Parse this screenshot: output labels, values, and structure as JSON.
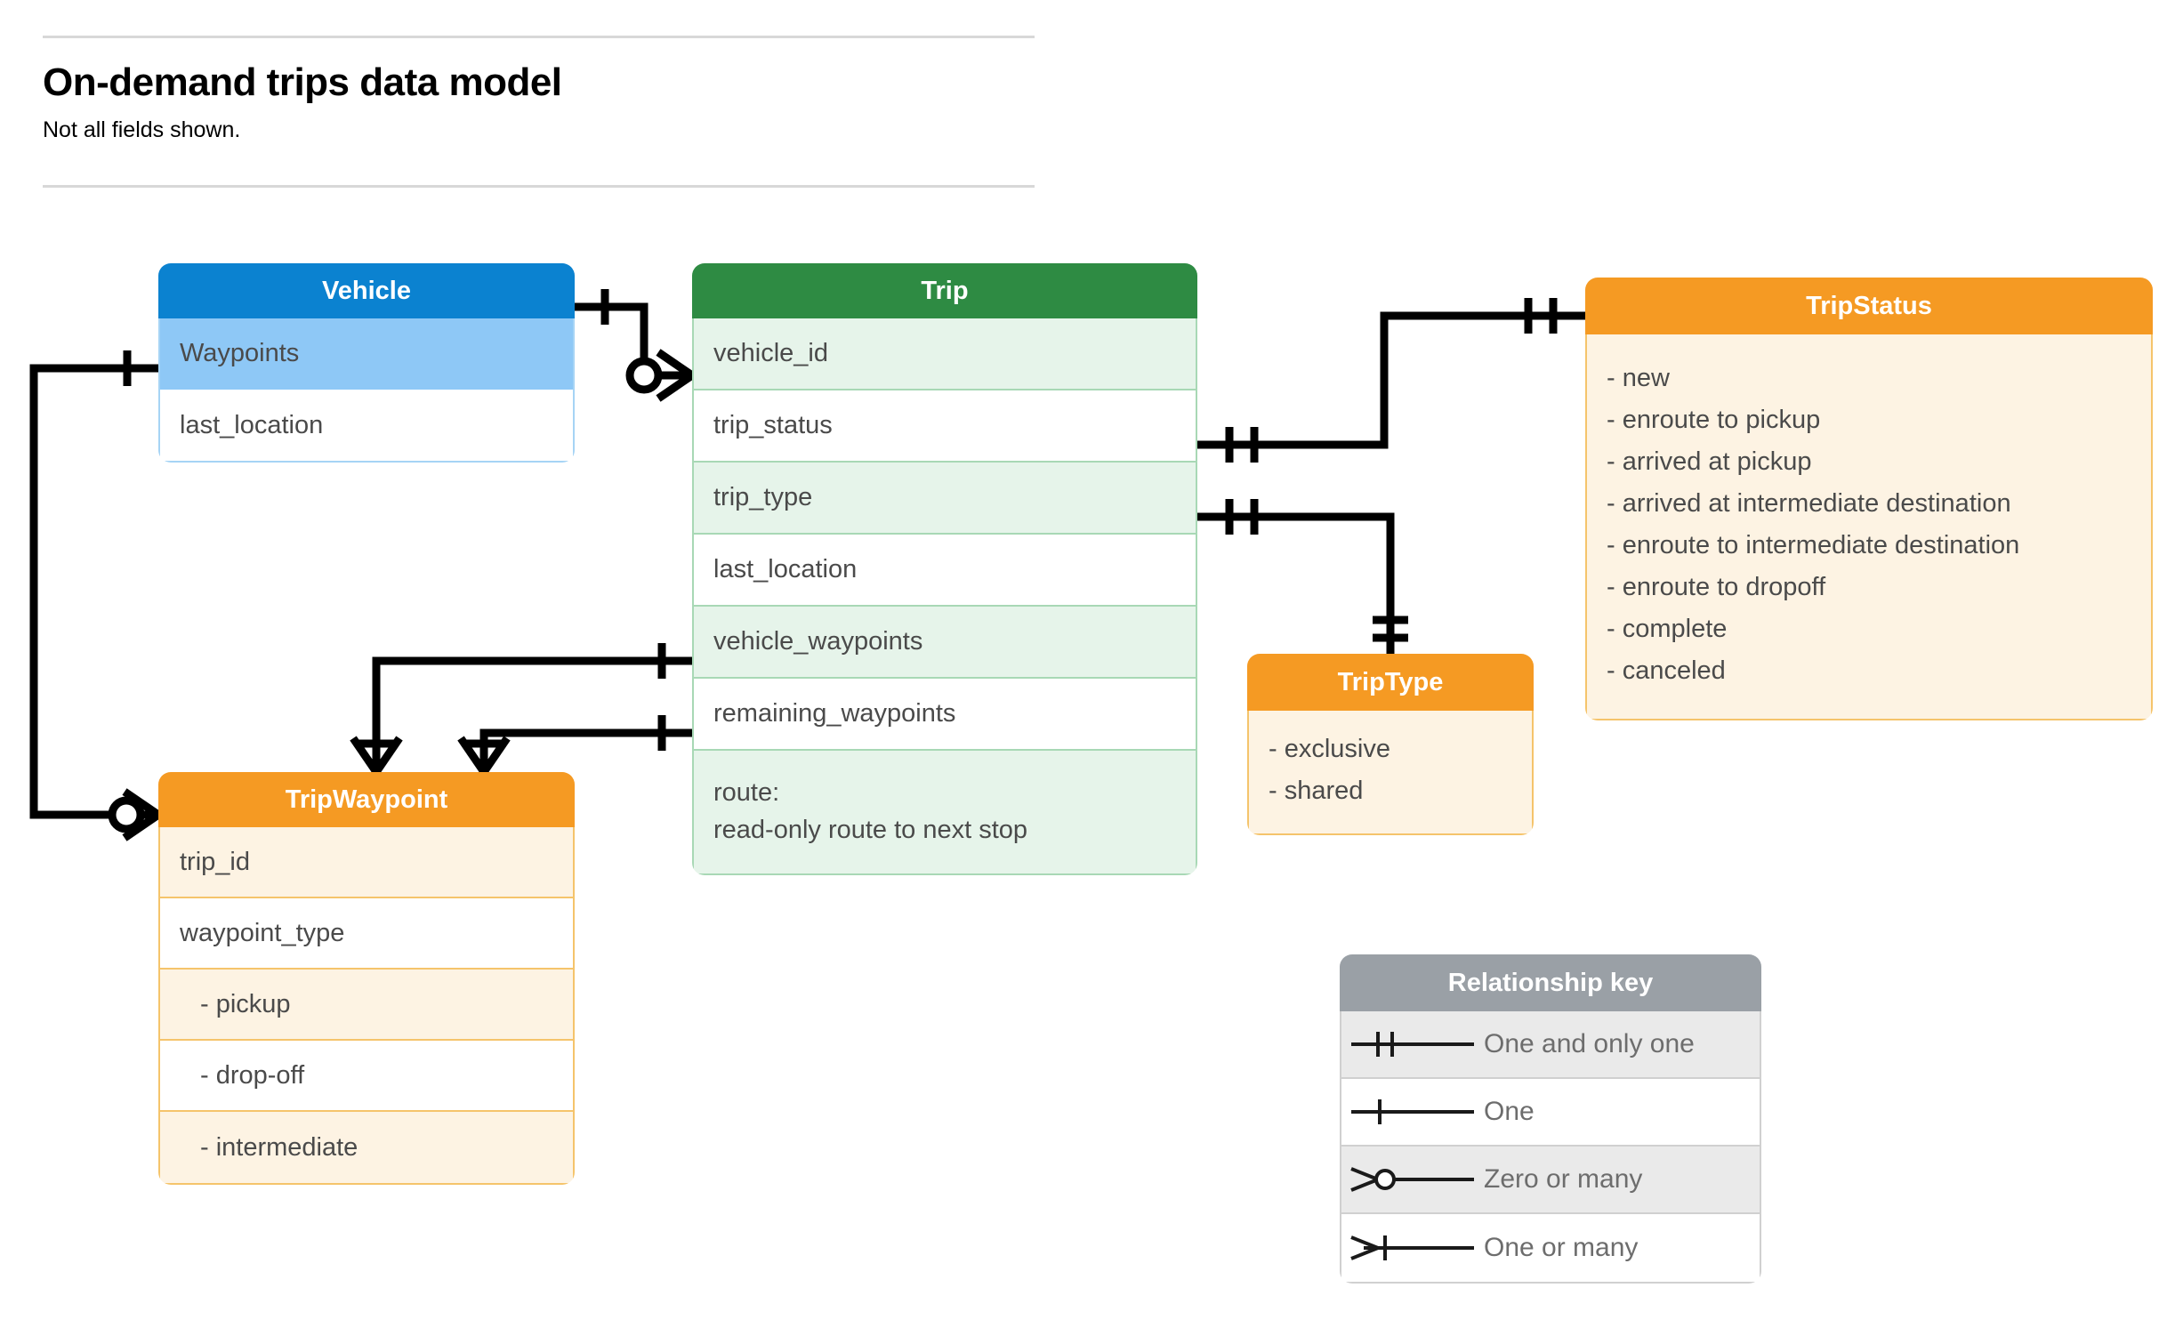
{
  "header": {
    "title": "On-demand trips data model",
    "subtitle": "Not all fields shown."
  },
  "entities": {
    "vehicle": {
      "name": "Vehicle",
      "header_color": "#0b82d0",
      "rows": [
        {
          "label": "Waypoints"
        },
        {
          "label": "last_location"
        }
      ]
    },
    "trip": {
      "name": "Trip",
      "header_color": "#2e8b43",
      "rows": [
        {
          "label": "vehicle_id"
        },
        {
          "label": "trip_status"
        },
        {
          "label": "trip_type"
        },
        {
          "label": "last_location"
        },
        {
          "label": "vehicle_waypoints"
        },
        {
          "label": "remaining_waypoints"
        }
      ],
      "route_row": {
        "label": "route:",
        "description": "read-only route to next stop"
      }
    },
    "trip_status": {
      "name": "TripStatus",
      "header_color": "#f59a23",
      "values": [
        "- new",
        "- enroute to pickup",
        "- arrived at pickup",
        "- arrived at intermediate destination",
        "- enroute to intermediate destination",
        "- enroute to dropoff",
        "- complete",
        "- canceled"
      ]
    },
    "trip_type": {
      "name": "TripType",
      "header_color": "#f59a23",
      "values": [
        "- exclusive",
        "- shared"
      ]
    },
    "trip_waypoint": {
      "name": "TripWaypoint",
      "header_color": "#f59a23",
      "rows": [
        {
          "label": "trip_id"
        },
        {
          "label": "waypoint_type"
        },
        {
          "label": "-  pickup"
        },
        {
          "label": "-  drop-off"
        },
        {
          "label": "-  intermediate"
        }
      ]
    }
  },
  "legend": {
    "title": "Relationship key",
    "items": [
      {
        "symbol": "one-and-only-one",
        "label": "One and only one"
      },
      {
        "symbol": "one",
        "label": "One"
      },
      {
        "symbol": "zero-or-many",
        "label": "Zero or many"
      },
      {
        "symbol": "one-or-many",
        "label": "One or many"
      }
    ]
  },
  "relationships": [
    {
      "from": "Vehicle",
      "to": "Trip.vehicle_id",
      "from_cardinality": "one",
      "to_cardinality": "zero-or-many"
    },
    {
      "from": "Vehicle.Waypoints",
      "to": "TripWaypoint",
      "from_cardinality": "one",
      "to_cardinality": "zero-or-many"
    },
    {
      "from": "Trip.trip_status",
      "to": "TripStatus",
      "from_cardinality": "one-and-only-one",
      "to_cardinality": "one-and-only-one"
    },
    {
      "from": "Trip.trip_type",
      "to": "TripType",
      "from_cardinality": "one-and-only-one",
      "to_cardinality": "one-and-only-one"
    },
    {
      "from": "Trip.vehicle_waypoints",
      "to": "TripWaypoint",
      "from_cardinality": "one",
      "to_cardinality": "one-or-many"
    },
    {
      "from": "Trip.remaining_waypoints",
      "to": "TripWaypoint",
      "from_cardinality": "one",
      "to_cardinality": "one-or-many"
    }
  ],
  "colors": {
    "blue": "#0b82d0",
    "blue_light": "#8ec8f6",
    "green": "#2e8b43",
    "green_light": "#e6f4ea",
    "orange": "#f59a23",
    "orange_light": "#fdf3e3",
    "gray": "#9aa0a6"
  }
}
